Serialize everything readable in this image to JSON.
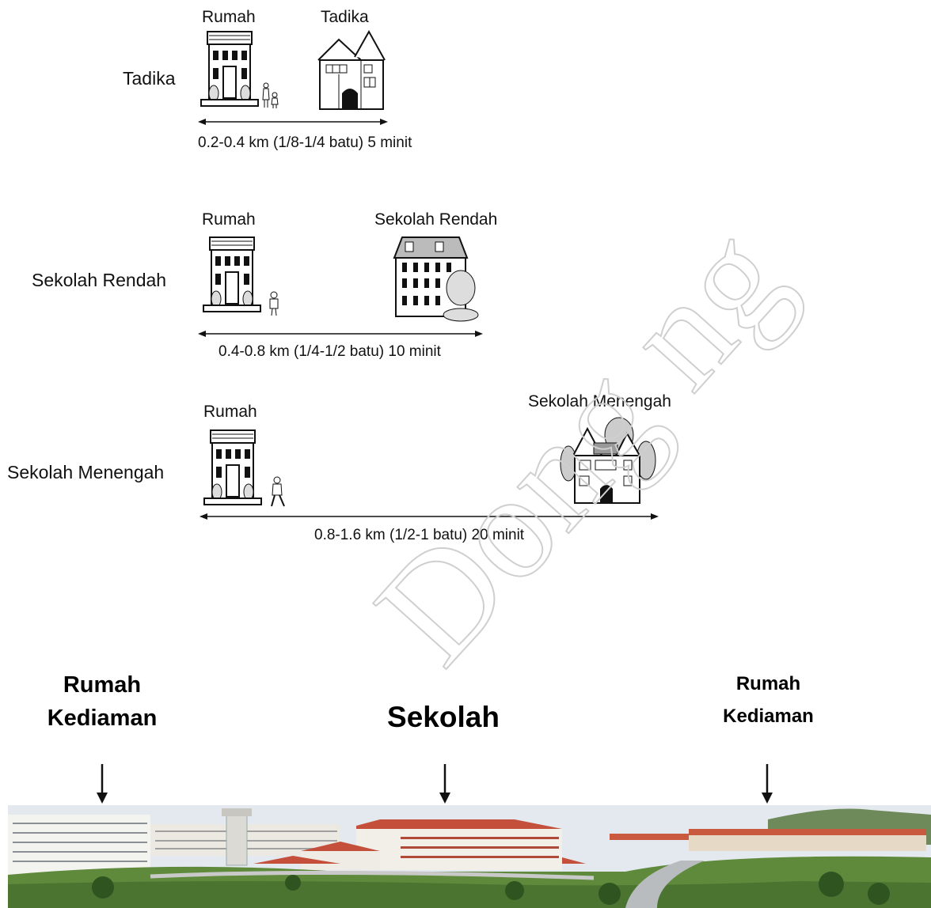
{
  "rows": [
    {
      "label": "Tadika",
      "home_label": "Rumah",
      "school_label": "Tadika",
      "distance": "0.2-0.4 km (1/8-1/4 batu) 5 minit"
    },
    {
      "label": "Sekolah Rendah",
      "home_label": "Rumah",
      "school_label": "Sekolah Rendah",
      "distance": "0.4-0.8 km (1/4-1/2 batu) 10 minit"
    },
    {
      "label": "Sekolah Menengah",
      "home_label": "Rumah",
      "school_label": "Sekolah Menengah",
      "distance": "0.8-1.6 km (1/2-1 batu) 20 minit"
    }
  ],
  "photo_labels": {
    "left": [
      "Rumah",
      "Kediaman"
    ],
    "center": "Sekolah",
    "right": [
      "Rumah",
      "Kediaman"
    ]
  },
  "watermark": "Dong ng",
  "colors": {
    "ink": "#111111",
    "watermark": "#c8c8c8",
    "sky": "#dfe7ee",
    "grass": "#5f8a3c",
    "roof": "#c4503c"
  }
}
